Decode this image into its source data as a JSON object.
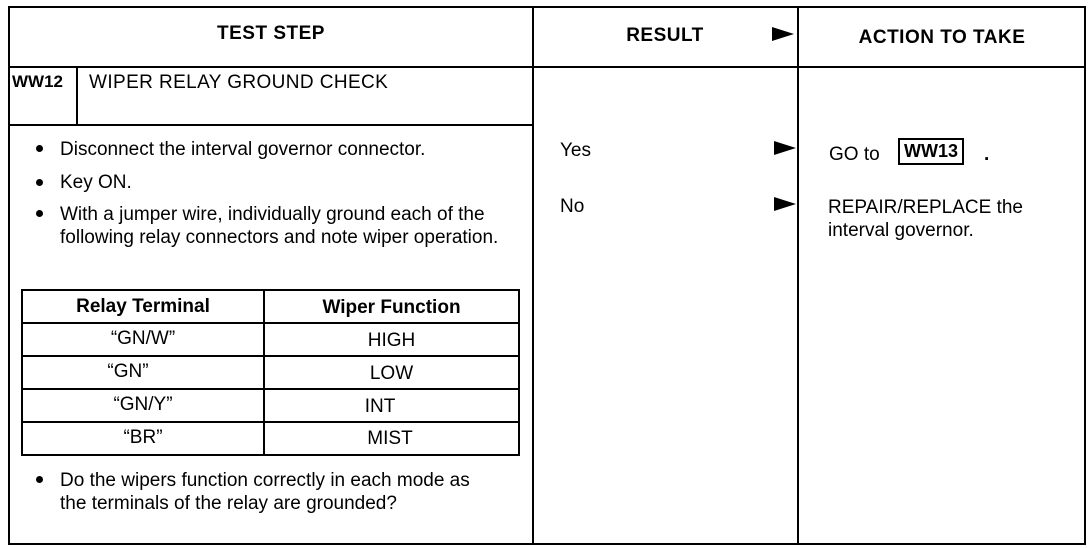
{
  "header": {
    "test_step": "TEST STEP",
    "result": "RESULT",
    "action": "ACTION TO TAKE"
  },
  "step": {
    "id": "WW12",
    "title": "WIPER RELAY GROUND CHECK"
  },
  "instructions": [
    "Disconnect the interval governor connector.",
    "Key ON.",
    "With a jumper wire, individually ground each of the following relay connectors and note wiper operation."
  ],
  "relay_table": {
    "headers": [
      "Relay Terminal",
      "Wiper Function"
    ],
    "rows": [
      [
        "“GN/W”",
        "HIGH"
      ],
      [
        "“GN”",
        "LOW"
      ],
      [
        "“GN/Y”",
        "INT"
      ],
      [
        "“BR”",
        "MIST"
      ]
    ]
  },
  "question": "Do the wipers function correctly in each mode as the terminals of the relay are grounded?",
  "results": [
    {
      "label": "Yes",
      "action_prefix": "GO to",
      "action_ref": "WW13",
      "action_suffix": "."
    },
    {
      "label": "No",
      "action_text": "REPAIR/REPLACE the interval governor."
    }
  ]
}
